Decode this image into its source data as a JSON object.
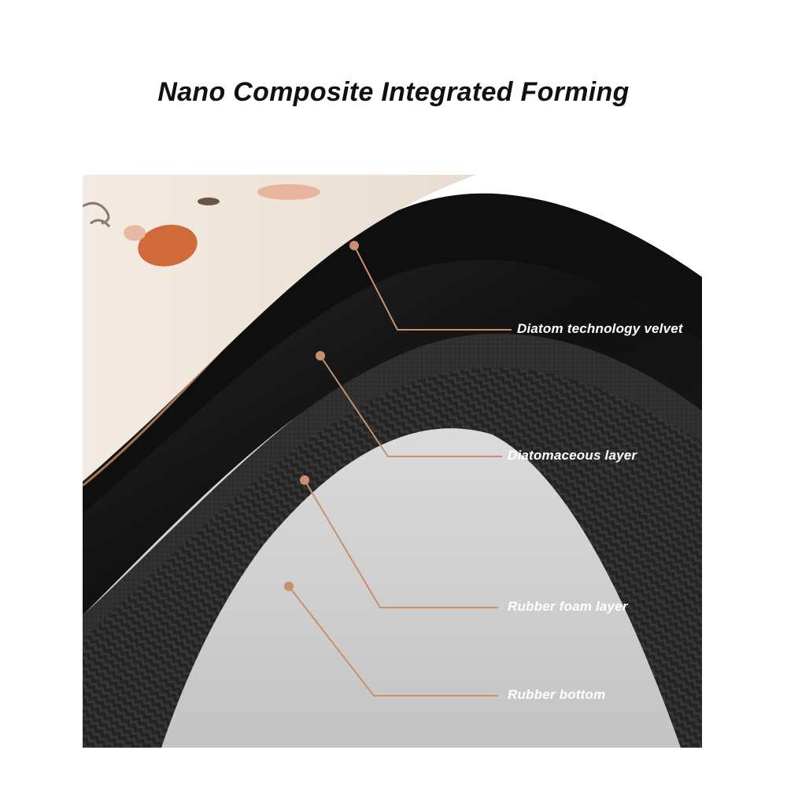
{
  "title": "Nano Composite Integrated Forming",
  "accent_color": "#c8906e",
  "layers": [
    {
      "label": "Diatom technology velvet"
    },
    {
      "label": "Diatomaceous layer"
    },
    {
      "label": "Rubber foam layer"
    },
    {
      "label": "Rubber bottom"
    }
  ]
}
